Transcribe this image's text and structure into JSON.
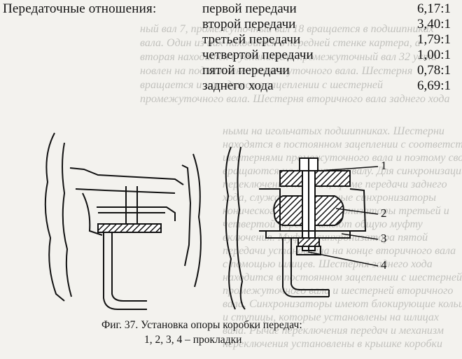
{
  "ratios": {
    "heading": "Передаточные отношения:",
    "rows": [
      {
        "gear": "первой передачи",
        "value": "6,17:1"
      },
      {
        "gear": "второй передачи",
        "value": "3,40:1"
      },
      {
        "gear": "третьей передачи",
        "value": "1,79:1"
      },
      {
        "gear": "четвертой передачи",
        "value": "1,00:1"
      },
      {
        "gear": "пятой передачи",
        "value": "0,78:1"
      },
      {
        "gear": "заднего хода",
        "value": "6,69:1"
      }
    ]
  },
  "figure": {
    "callouts": [
      "1",
      "2",
      "3",
      "4"
    ]
  },
  "caption": {
    "line1": "Фиг. 37. Установка опоры коробки передач:",
    "line2": "1, 2, 3, 4 – прокладки"
  }
}
